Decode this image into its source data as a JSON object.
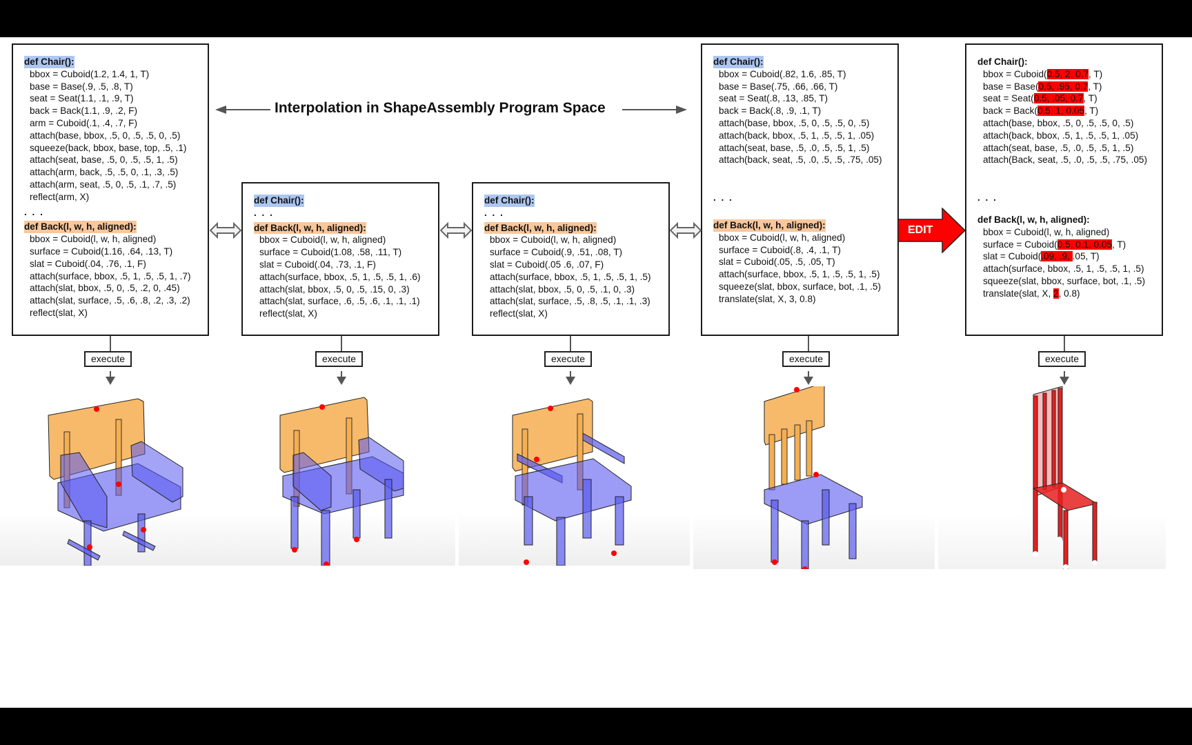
{
  "title": "Interpolation in ShapeAssembly Program Space",
  "edit_label": "EDIT",
  "execute_label": "execute",
  "colors": {
    "chair_header_bg": "#adc6f2",
    "back_header_bg": "#f8c79c",
    "edit_arrow": "#ff0000",
    "edit_highlight": "#ff0000",
    "part_blue": "#5a5af0",
    "part_orange": "#f5ae50",
    "edited_chair": "#e62020"
  },
  "programs": [
    {
      "chair_header": "def Chair():",
      "chair_lines": [
        "bbox = Cuboid(1.2, 1.4, 1, T)",
        "base = Base(.9, .5, .8, T)",
        "seat = Seat(1.1, .1, .9, T)",
        "back = Back(1.1, .9, .2, F)",
        "arm = Cuboid(.1, .4, .7, F)",
        "attach(base, bbox, .5, 0, .5, .5, 0, .5)",
        "squeeze(back, bbox, base, top, .5, .1)",
        "attach(seat, base, .5, 0, .5, .5, 1, .5)",
        "attach(arm, back, .5, .5, 0, .1, .3, .5)",
        "attach(arm, seat, .5, 0, .5, .1, .7, .5)",
        "reflect(arm, X)"
      ],
      "ellipsis": ". . .",
      "back_header": "def Back(l, w, h, aligned):",
      "back_lines": [
        "bbox = Cuboid(l, w, h, aligned)",
        "surface = Cuboid(1.16, .64, .13, T)",
        "slat = Cuboid(.04, .76, .1, F)",
        "attach(surface, bbox, .5, 1, .5, .5, 1, .7)",
        "attach(slat, bbox, .5, 0, .5, .2, 0, .45)",
        "attach(slat, surface, .5, .6, .8, .2, .3, .2)",
        "reflect(slat, X)"
      ]
    },
    {
      "chair_header": "def Chair():",
      "ellipsis": ". . .",
      "back_header": "def Back(l, w, h, aligned):",
      "back_lines": [
        "bbox = Cuboid(l, w, h, aligned)",
        "surface = Cuboid(1.08, .58, .11, T)",
        "slat = Cuboid(.04, .73, .1, F)",
        "attach(surface, bbox, .5, 1, .5, .5, 1, .6)",
        "attach(slat, bbox, .5, 0, .5, .15, 0, .3)",
        "attach(slat, surface, .6, .5, .6, .1, .1, .1)",
        "reflect(slat, X)"
      ]
    },
    {
      "chair_header": "def Chair():",
      "ellipsis": ". . .",
      "back_header": "def Back(l, w, h, aligned):",
      "back_lines": [
        "bbox = Cuboid(l, w, h, aligned)",
        "surface = Cuboid(.9, .51, .08, T)",
        "slat = Cuboid(.05 .6, .07, F)",
        "attach(surface, bbox, .5, 1, .5, .5, 1, .5)",
        "attach(slat, bbox, .5, 0, .5, .1, 0, .3)",
        "attach(slat, surface, .5, .8, .5, .1, .1, .3)",
        "reflect(slat, X)"
      ]
    },
    {
      "chair_header": "def Chair():",
      "chair_lines": [
        "bbox = Cuboid(.82, 1.6, .85, T)",
        "base = Base(.75, .66, .66, T)",
        "seat = Seat(.8, .13, .85, T)",
        "back = Back(.8, .9, .1, T)",
        "attach(base, bbox, .5, 0, .5, .5, 0, .5)",
        "attach(back, bbox, .5, 1, .5, .5, 1, .05)",
        "attach(seat, base, .5, .0, .5, .5, 1, .5)",
        "attach(back, seat, .5, .0, .5, .5, .75, .05)"
      ],
      "ellipsis": ". . .",
      "back_header": "def Back(l, w, h, aligned):",
      "back_lines": [
        "bbox = Cuboid(l, w, h, aligned)",
        "surface = Cuboid(.8, .4, .1, T)",
        "slat = Cuboid(.05, .5, .05, T)",
        "attach(surface, bbox, .5, 1, .5, .5, 1, .5)",
        "squeeze(slat, bbox, surface, bot, .1, .5)",
        "translate(slat, X, 3, 0.8)"
      ]
    },
    {
      "chair_header": "def Chair():",
      "chair_lines": [
        {
          "pre": "bbox = Cuboid(",
          "hl": "0.5, 2, 0.7",
          "post": ", T)"
        },
        {
          "pre": "base = Base(",
          "hl": "0.5, .95, 0.7",
          "post": ", T)"
        },
        {
          "pre": "seat = Seat(",
          "hl": "0.5, .05, 0.7",
          "post": ", T)"
        },
        {
          "pre": "back = Back(",
          "hl": "0.5, 1, 0.05",
          "post": ", T)"
        },
        {
          "pre": "attach(base, bbox, .5, 0, .5, .5, 0, .5)",
          "hl": "",
          "post": ""
        },
        {
          "pre": "attach(back, bbox, .5, 1, .5, .5, 1, .05)",
          "hl": "",
          "post": ""
        },
        {
          "pre": "attach(seat, base, .5, .0, .5, .5, 1, .5)",
          "hl": "",
          "post": ""
        },
        {
          "pre": "attach(Back, seat, .5, .0, .5, .5, .75, .05)",
          "hl": "",
          "post": ""
        }
      ],
      "ellipsis": ". . .",
      "back_header": "def Back(l, w, h, aligned):",
      "back_lines": [
        {
          "pre": "bbox = Cuboid(l, w, h, aligned)",
          "hl": "",
          "post": ""
        },
        {
          "pre": "surface = Cuboid(",
          "hl": "0.5, 0.1, 0.05",
          "post": ", T)"
        },
        {
          "pre": "slat = Cuboid(",
          "hl": ".09, .9, ",
          "post": ".05, T)"
        },
        {
          "pre": "attach(surface, bbox, .5, 1, .5, .5, 1, .5)",
          "hl": "",
          "post": ""
        },
        {
          "pre": "squeeze(slat, bbox, surface, bot, .1, .5)",
          "hl": "",
          "post": ""
        },
        {
          "pre": "translate(slat, X, ",
          "hl": "2",
          "post": ", 0.8)"
        }
      ]
    }
  ]
}
